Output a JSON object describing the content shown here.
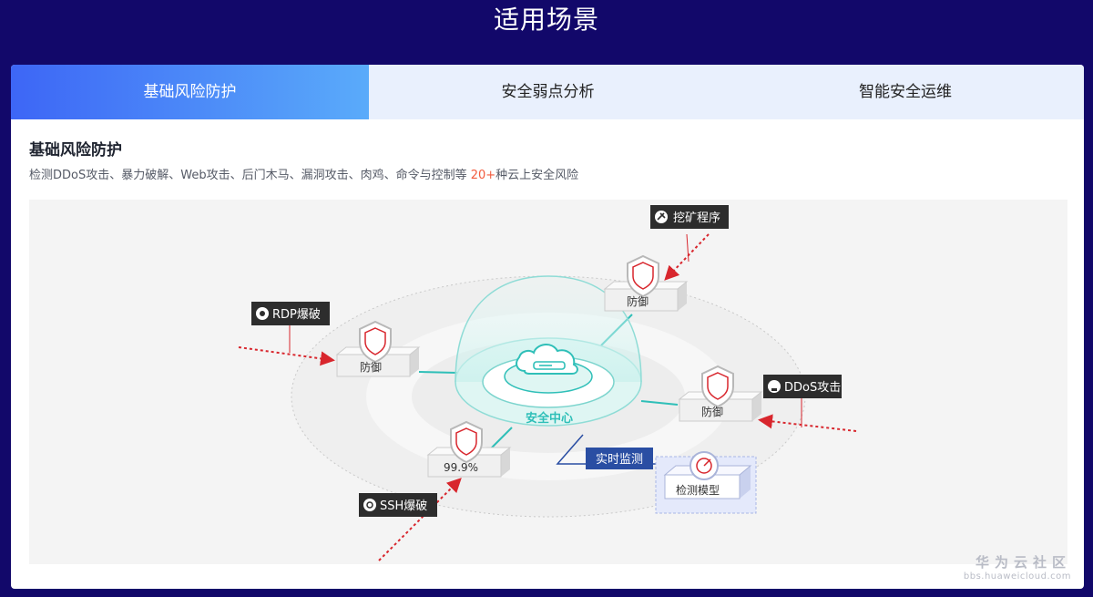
{
  "header": {
    "title": "适用场景"
  },
  "tabs": [
    {
      "label": "基础风险防护",
      "active": true
    },
    {
      "label": "安全弱点分析",
      "active": false
    },
    {
      "label": "智能安全运维",
      "active": false
    }
  ],
  "content": {
    "heading": "基础风险防护",
    "description_prefix": "检测DDoS攻击、暴力破解、Web攻击、后门木马、漏洞攻击、肉鸡、命令与控制等 ",
    "description_highlight": "20+",
    "description_suffix": "种云上安全风险"
  },
  "diagram": {
    "center_label": "安全中心",
    "defense_nodes": [
      {
        "label": "防御"
      },
      {
        "label": "防御"
      },
      {
        "label": "防御"
      },
      {
        "label": "99.9%"
      }
    ],
    "threats": [
      {
        "label": "挖矿程序",
        "icon": "miner-icon"
      },
      {
        "label": "RDP爆破",
        "icon": "bug-icon"
      },
      {
        "label": "DDoS攻击",
        "icon": "skull-icon"
      },
      {
        "label": "SSH爆破",
        "icon": "biohazard-icon"
      }
    ],
    "monitor_label": "实时监测",
    "model_label": "检测模型"
  },
  "watermark": {
    "line1": "华为云社区",
    "line2": "bbs.huaweicloud.com"
  },
  "colors": {
    "page_background": "#12086a",
    "tab_active_start": "#3d66f6",
    "tab_active_end": "#5aabfa",
    "tab_inactive": "#e9f0fd",
    "highlight": "#f25b3d",
    "teal": "#2fbfb8",
    "threat_red": "#d8262d",
    "label_dark": "#2d2d2d",
    "monitor_blue": "#2a4ea3"
  }
}
